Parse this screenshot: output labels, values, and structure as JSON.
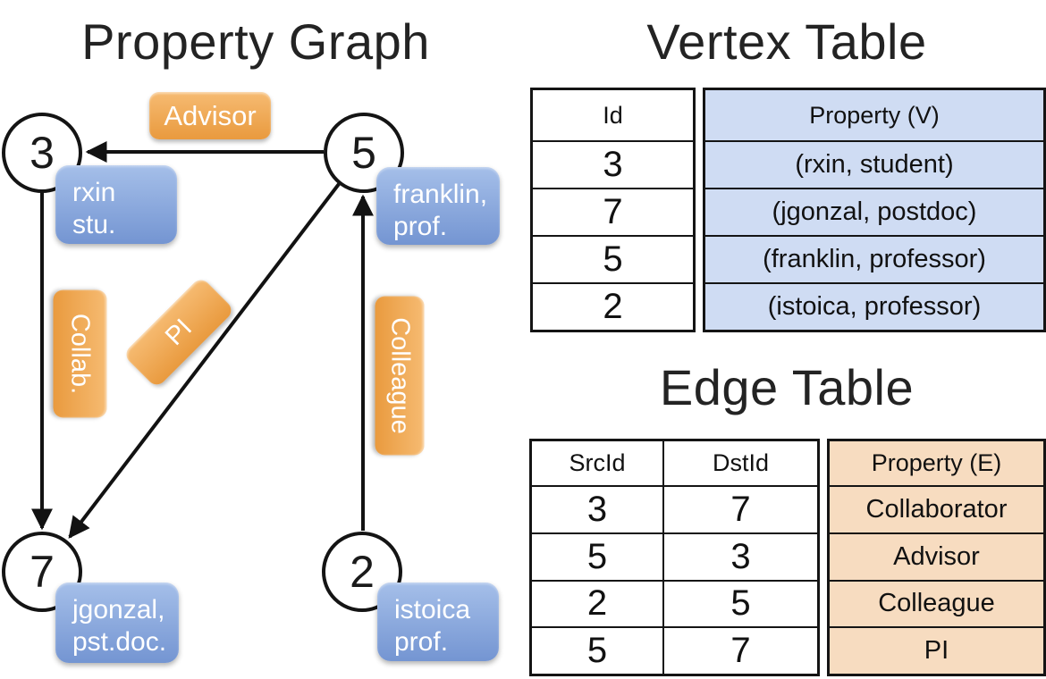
{
  "graph": {
    "title": "Property Graph",
    "nodes": [
      {
        "id": "3",
        "property_lines": [
          "rxin",
          "stu."
        ]
      },
      {
        "id": "5",
        "property_lines": [
          "franklin,",
          "prof."
        ]
      },
      {
        "id": "7",
        "property_lines": [
          "jgonzal,",
          "pst.doc."
        ]
      },
      {
        "id": "2",
        "property_lines": [
          "istoica",
          "prof."
        ]
      }
    ],
    "edges": [
      {
        "src": "5",
        "dst": "3",
        "label": "Advisor"
      },
      {
        "src": "3",
        "dst": "7",
        "label": "Collab."
      },
      {
        "src": "5",
        "dst": "7",
        "label": "PI"
      },
      {
        "src": "2",
        "dst": "5",
        "label": "Colleague"
      }
    ]
  },
  "vertex_table": {
    "title": "Vertex Table",
    "columns": {
      "id": "Id",
      "property": "Property (V)"
    },
    "rows": [
      {
        "id": "3",
        "property": "(rxin, student)"
      },
      {
        "id": "7",
        "property": "(jgonzal, postdoc)"
      },
      {
        "id": "5",
        "property": "(franklin, professor)"
      },
      {
        "id": "2",
        "property": "(istoica, professor)"
      }
    ]
  },
  "edge_table": {
    "title": "Edge Table",
    "columns": {
      "src": "SrcId",
      "dst": "DstId",
      "property": "Property (E)"
    },
    "rows": [
      {
        "src": "3",
        "dst": "7",
        "property": "Collaborator"
      },
      {
        "src": "5",
        "dst": "3",
        "property": "Advisor"
      },
      {
        "src": "2",
        "dst": "5",
        "property": "Colleague"
      },
      {
        "src": "5",
        "dst": "7",
        "property": "PI"
      }
    ]
  },
  "colors": {
    "edge_label_bg_top": "#f6bb72",
    "edge_label_bg_bottom": "#e99a3e",
    "vertex_box_bg_top": "#a5bfe9",
    "vertex_box_bg_bottom": "#7495d2",
    "vertex_property_cell_bg": "#cfdcf3",
    "edge_property_cell_bg": "#f7dcc0",
    "line_color": "#121212"
  }
}
